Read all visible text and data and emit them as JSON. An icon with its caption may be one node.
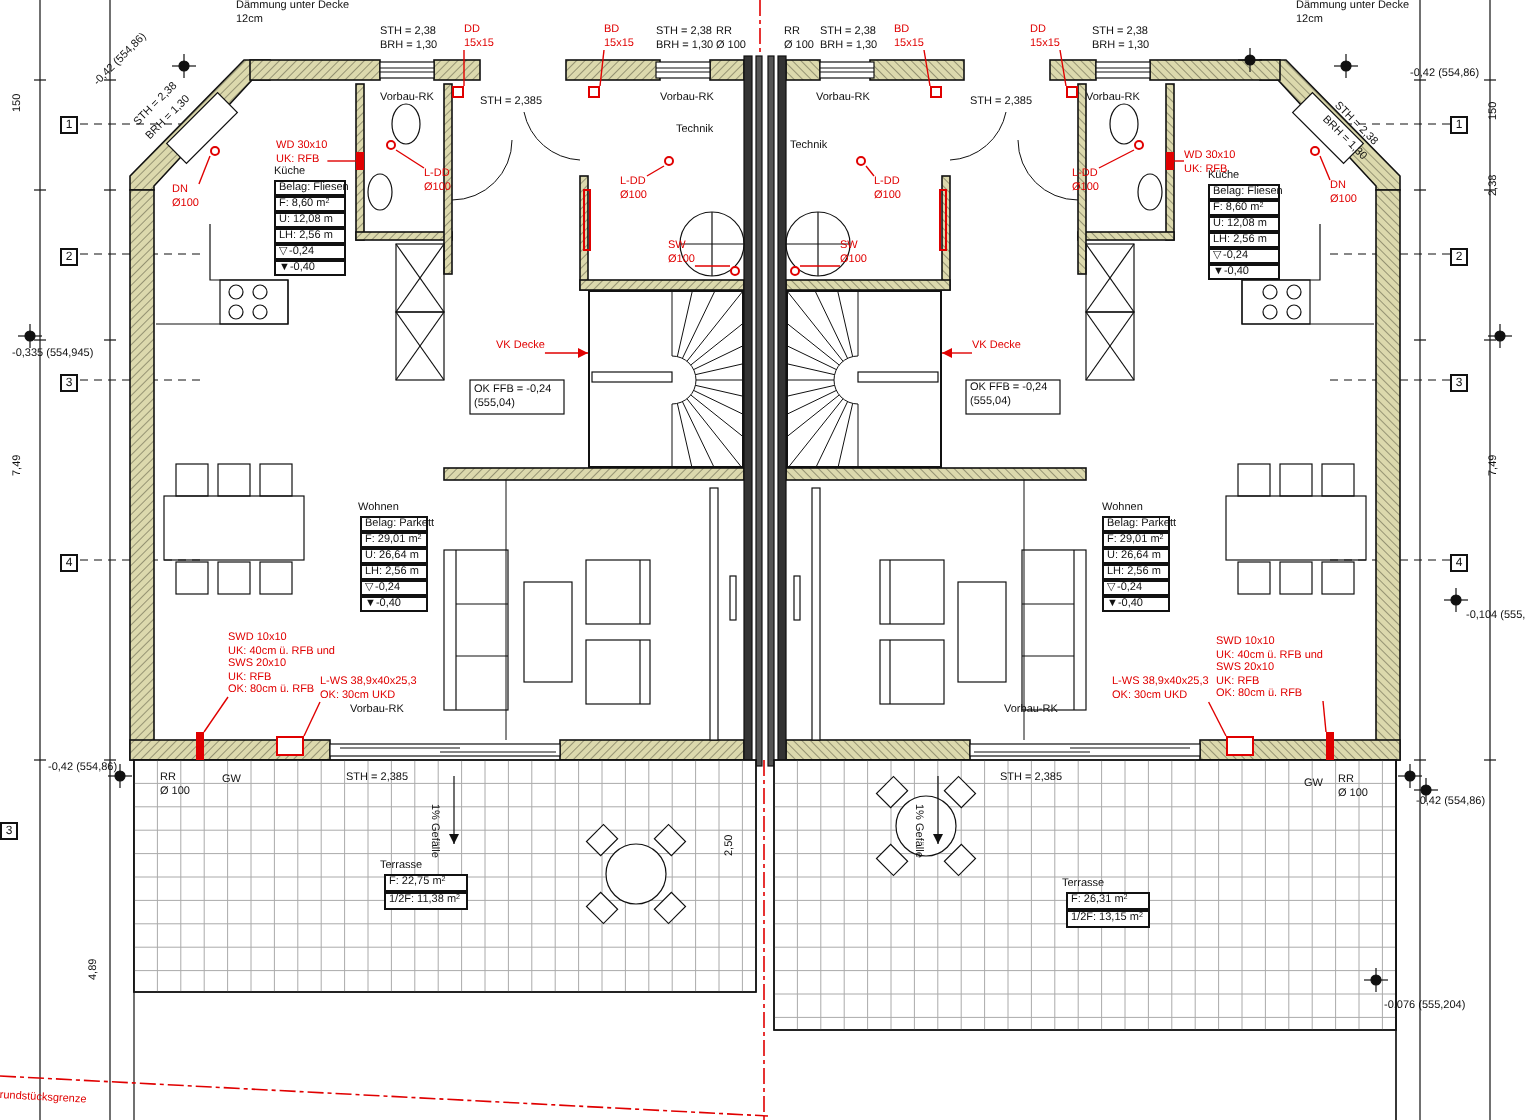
{
  "diagram": {
    "nodes": [
      {
        "text": [
          "DD",
          "15x15"
        ]
      },
      {
        "text": [
          "BD",
          "15x15"
        ]
      },
      {
        "text": [
          "WD 30x10",
          "UK: RFB"
        ]
      },
      {
        "text": [
          "DN",
          "Ø100"
        ]
      },
      {
        "text": [
          "L-DD",
          "Ø100"
        ]
      },
      {
        "text": [
          "L-DD",
          "Ø100"
        ]
      },
      {
        "text": [
          "SW",
          "Ø100"
        ]
      },
      {
        "text": [
          "VK Decke"
        ]
      },
      {
        "text": [
          "SWD 10x10",
          "UK: 40cm ü. RFB und",
          "SWS 20x10",
          "UK: RFB",
          "OK: 80cm ü. RFB"
        ]
      },
      {
        "text": [
          "L-WS 38,9x40x25,3",
          "OK: 30cm UKD"
        ]
      },
      {
        "text": [
          "BD",
          "15x15"
        ]
      },
      {
        "text": [
          "DD",
          "15x15"
        ]
      },
      {
        "text": [
          "L-DD",
          "Ø100"
        ]
      },
      {
        "text": [
          "SW",
          "Ø100"
        ]
      },
      {
        "text": [
          "L-DD",
          "Ø100"
        ]
      },
      {
        "text": [
          "WD 30x10",
          "UK: RFB"
        ]
      },
      {
        "text": [
          "DN",
          "Ø100"
        ]
      },
      {
        "text": [
          "VK Decke"
        ]
      },
      {
        "text": [
          "SWD 10x10",
          "UK: 40cm ü. RFB und",
          "SWS 20x10",
          "UK: RFB",
          "OK: 80cm ü. RFB"
        ]
      },
      {
        "text": [
          "L-WS 38,9x40x25,3",
          "OK: 30cm UKD"
        ]
      },
      {
        "text": [],
        "shape": "box"
      },
      {
        "text": [],
        "shape": "box"
      },
      {
        "text": [],
        "shape": "bar"
      },
      {
        "text": [],
        "shape": "circle"
      },
      {
        "text": [],
        "shape": "circle"
      },
      {
        "text": [],
        "shape": "circle"
      },
      {
        "text": [],
        "shape": "circle"
      },
      {
        "text": [],
        "shape": "bar"
      },
      {
        "text": [],
        "shape": "box"
      },
      {
        "text": [],
        "shape": "box"
      },
      {
        "text": [],
        "shape": "box"
      },
      {
        "text": [],
        "shape": "circle"
      },
      {
        "text": [],
        "shape": "circle"
      },
      {
        "text": [],
        "shape": "circle"
      },
      {
        "text": [],
        "shape": "bar"
      },
      {
        "text": [],
        "shape": "circle"
      },
      {
        "text": [],
        "shape": "bar"
      },
      {
        "text": [],
        "shape": "box"
      },
      {
        "text": [],
        "shape": "picture"
      },
      {
        "text": [],
        "shape": "picture"
      }
    ],
    "edges": [
      {
        "from": 0,
        "to": 20,
        "arrow": "none"
      },
      {
        "from": 1,
        "to": 21,
        "arrow": "none"
      },
      {
        "from": 2,
        "to": 22,
        "arrow": "none"
      },
      {
        "from": 3,
        "to": 23,
        "arrow": "none"
      },
      {
        "from": 4,
        "to": 24,
        "arrow": "none"
      },
      {
        "from": 5,
        "to": 25,
        "arrow": "none"
      },
      {
        "from": 6,
        "to": 26,
        "arrow": "none"
      },
      {
        "from": 7,
        "to": 38,
        "arrow": "to"
      },
      {
        "from": 8,
        "to": 27,
        "arrow": "none"
      },
      {
        "from": 9,
        "to": 28,
        "arrow": "none"
      },
      {
        "from": 10,
        "to": 29,
        "arrow": "none"
      },
      {
        "from": 11,
        "to": 30,
        "arrow": "none"
      },
      {
        "from": 12,
        "to": 31,
        "arrow": "none"
      },
      {
        "from": 13,
        "to": 32,
        "arrow": "none"
      },
      {
        "from": 14,
        "to": 33,
        "arrow": "none"
      },
      {
        "from": 15,
        "to": 34,
        "arrow": "none"
      },
      {
        "from": 16,
        "to": 35,
        "arrow": "none"
      },
      {
        "from": 17,
        "to": 39,
        "arrow": "to"
      },
      {
        "from": 18,
        "to": 36,
        "arrow": "none"
      },
      {
        "from": 19,
        "to": 37,
        "arrow": "none"
      }
    ],
    "labels": [
      "Dämmung unter Decke",
      "12cm",
      "STH = 2,38",
      "BRH = 1,30",
      "STH = 2,38",
      "BRH = 1,30",
      "RR",
      "Ø 100",
      "RR",
      "Ø 100",
      "STH = 2,38",
      "BRH = 1,30",
      "STH = 2,38",
      "BRH = 1,30",
      "Dämmung unter Decke",
      "12cm",
      "-0,42 (554,86)",
      "-0,42 (554,86)",
      "STH = 2,38",
      "BRH = 1,30",
      "STH = 2,38",
      "BRH = 1,30",
      "150",
      "1",
      "1",
      "150",
      "Vorbau-RK",
      "STH = 2,385",
      "Vorbau-RK",
      "Vorbau-RK",
      "STH = 2,385",
      "Vorbau-RK",
      "Technik",
      "Technik",
      "Küche",
      "Belag: Fliesen",
      "F: 8,60 m$^{2}$",
      "U: 12,08 m",
      "LH: 2,56 m",
      "▽-0,24",
      "▼-0,40",
      "2,38",
      "Küche",
      "Belag: Fliesen",
      "F: 8,60 m$^{2}$",
      "U: 12,08 m",
      "LH: 2,56 m",
      "▽-0,24",
      "▼-0,40",
      "2",
      "2",
      "-0,335 (554,945)",
      "3",
      "OK FFB = -0,24",
      "(555,04)",
      "OK FFB = -0,24",
      "(555,04)",
      "3",
      "7,49",
      "7,49",
      "Wohnen",
      "Belag: Parkett",
      "F: 29,01 m$^{2}$",
      "U: 26,64 m",
      "LH: 2,56 m",
      "▽-0,24",
      "▼-0,40",
      "Wohnen",
      "Belag: Parkett",
      "F: 29,01 m$^{2}$",
      "U: 26,64 m",
      "LH: 2,56 m",
      "▽-0,24",
      "▼-0,40",
      "4",
      "4",
      "-0,104 (555,",
      "Vorbau-RK",
      "Vorbau-RK",
      "-0,42 (554,86)",
      "RR",
      "Ø 100",
      "GW",
      "STH = 2,385",
      "STH = 2,385",
      "GW",
      "RR",
      "Ø 100",
      "-0,42 (554,86)",
      "1% Gefälle",
      "1% Gefälle",
      "3",
      "2,50",
      "Terrasse",
      "F: 22,75 m$^{2}$",
      "1/2F: 11,38 m$^{2}$",
      "Terrasse",
      "F: 26,31 m$^{2}$",
      "1/2F: 13,15 m$^{2}$",
      "4,89",
      "-0,076 (555,204)",
      "rundstücksgrenze"
    ]
  }
}
